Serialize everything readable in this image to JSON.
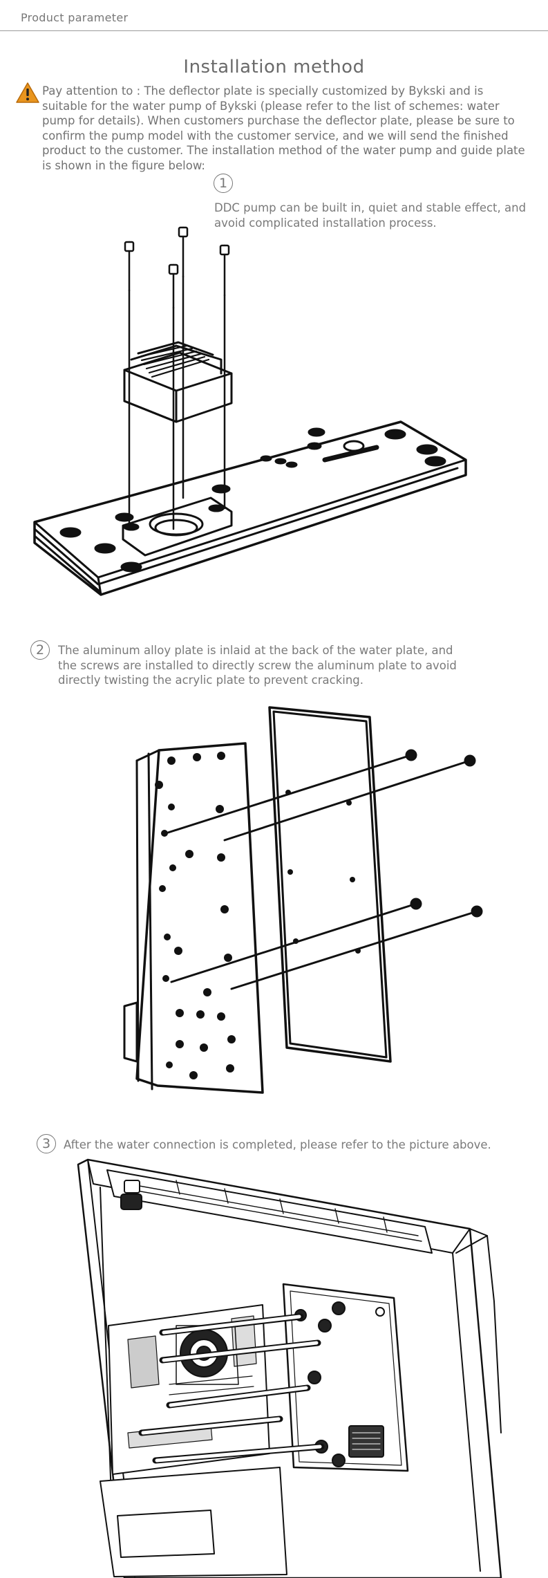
{
  "header": {
    "title": "Product parameter"
  },
  "section": {
    "title": "Installation method"
  },
  "notice": {
    "icon": "warning-triangle-icon",
    "icon_color": "#E9951E",
    "text": "Pay attention to : The deflector plate is specially customized by Bykski and is suitable for the water pump of Bykski (please refer to the list of schemes: water pump for details). When customers purchase the deflector plate, please be sure to confirm the pump model with the customer service, and we will send the finished product to the customer. The installation method of the water pump and guide plate is shown in the figure below:"
  },
  "steps": [
    {
      "number": "1",
      "text": "DDC pump can be built in, quiet and stable effect, and avoid complicated installation process."
    },
    {
      "number": "2",
      "text": "The aluminum alloy plate is inlaid at the back of the water plate, and the screws are installed to directly screw the aluminum plate to avoid directly twisting the acrylic plate to prevent cracking."
    },
    {
      "number": "3",
      "text": "After the water connection is completed, please refer to the picture above."
    }
  ]
}
